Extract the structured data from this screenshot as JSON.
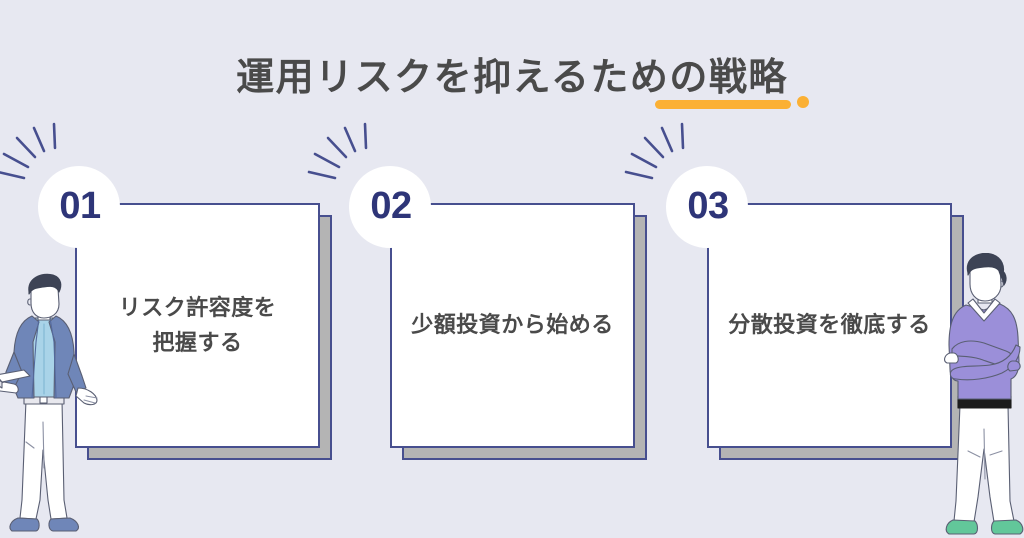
{
  "page": {
    "background_color": "#e7e8f1",
    "title": "運用リスクを抑えるための戦略",
    "title_color": "#4a4a4a",
    "accent_color": "#fbb034",
    "badge_color": "#2e3578",
    "card_border_color": "#474f8f",
    "card_shadow_color": "#b4b4b4",
    "title_dot": "."
  },
  "cards": [
    {
      "number": "01",
      "text": "リスク許容度を\n把握する",
      "badge_icon": "burst-badge-icon"
    },
    {
      "number": "02",
      "text": "少額投資から始める",
      "badge_icon": "burst-badge-icon"
    },
    {
      "number": "03",
      "text": "分散投資を徹底する",
      "badge_icon": "burst-badge-icon"
    }
  ],
  "illustrations": [
    {
      "name": "businessman-left",
      "description": "男性・ジャケット姿・タブレットを持って手を広げる",
      "jacket_color": "#6f86b8",
      "shirt_color": "#a9d3e8",
      "pants_color": "#ffffff",
      "shoes_color": "#6f86b8",
      "hair_color": "#3d4355"
    },
    {
      "name": "man-right",
      "description": "男性・セーター姿・腕組み",
      "sweater_color": "#9b8fd9",
      "shirt_color": "#ffffff",
      "belt_color": "#1c1c1c",
      "pants_color": "#ffffff",
      "shoes_color": "#62c79a",
      "hair_color": "#3d4355"
    }
  ]
}
